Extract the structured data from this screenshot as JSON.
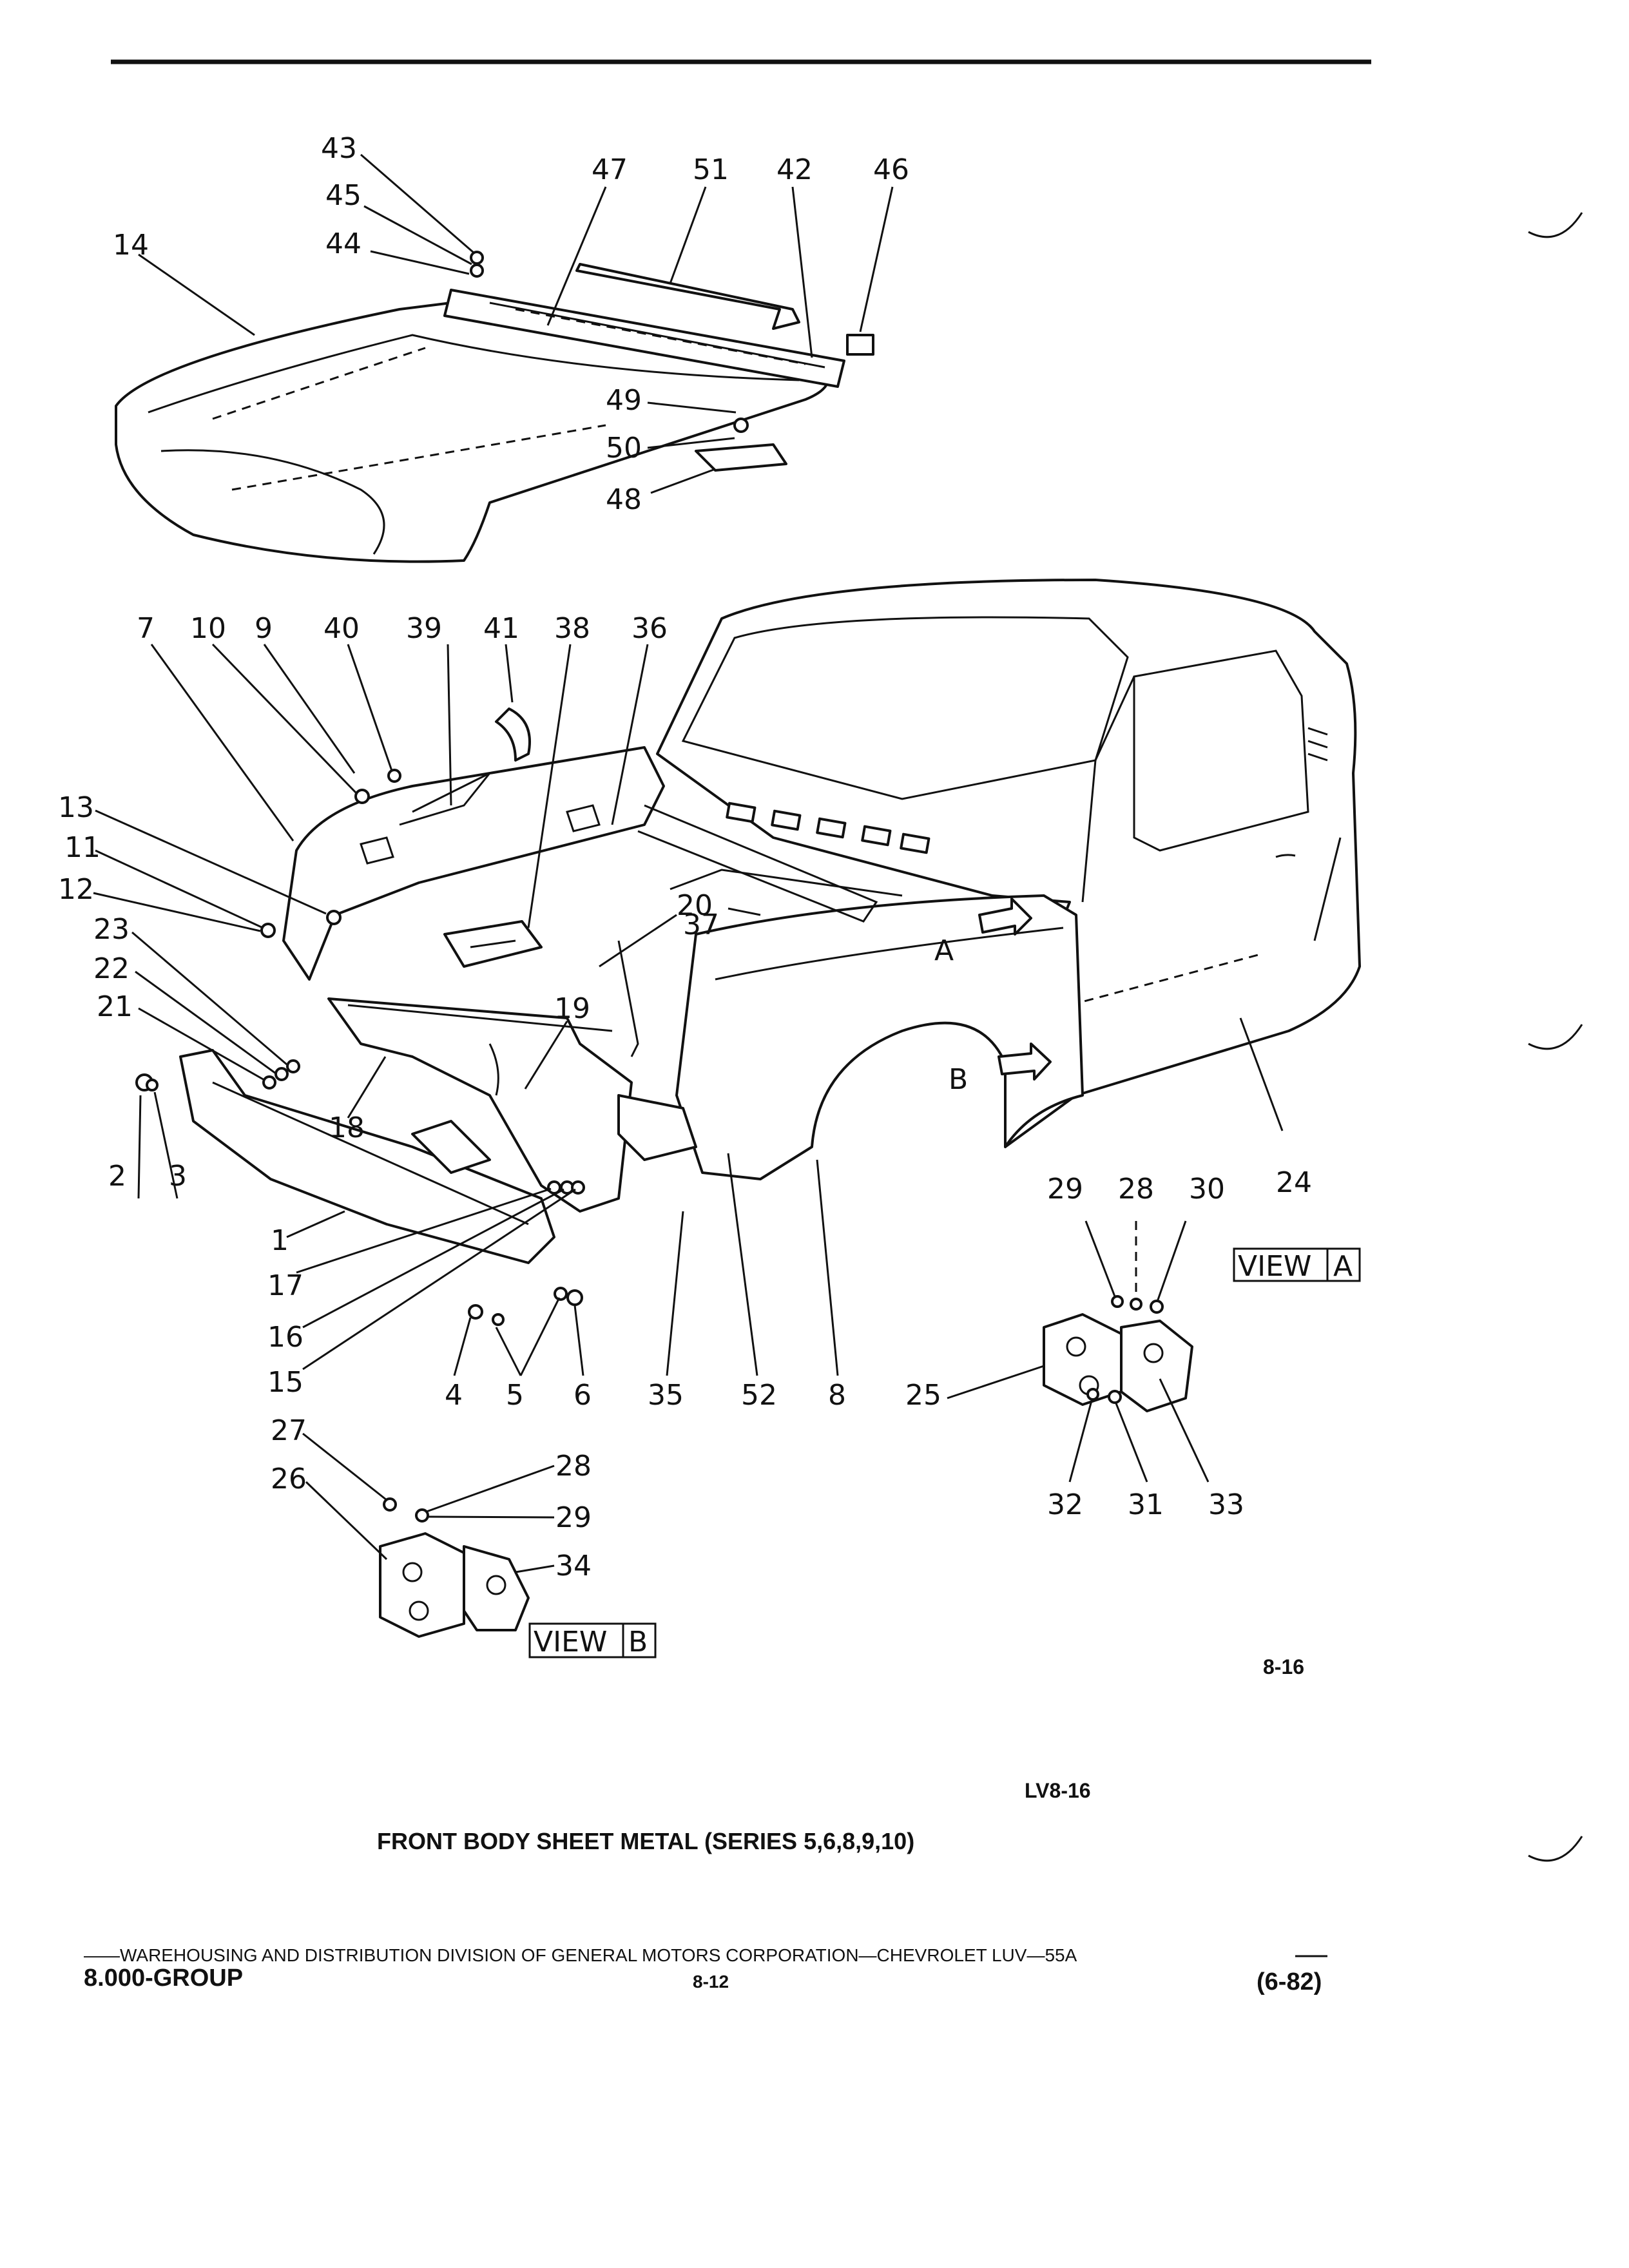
{
  "callouts": {
    "c1": "1",
    "c2": "2",
    "c3": "3",
    "c4": "4",
    "c5": "5",
    "c6": "6",
    "c7": "7",
    "c8": "8",
    "c9": "9",
    "c10": "10",
    "c11": "11",
    "c12": "12",
    "c13": "13",
    "c14": "14",
    "c15": "15",
    "c16": "16",
    "c17": "17",
    "c18": "18",
    "c19": "19",
    "c20": "20",
    "c21": "21",
    "c22": "22",
    "c23": "23",
    "c24": "24",
    "c25": "25",
    "c26": "26",
    "c27": "27",
    "c28": "28",
    "c28b": "28",
    "c29": "29",
    "c29b": "29",
    "c30": "30",
    "c31": "31",
    "c32": "32",
    "c33": "33",
    "c34": "34",
    "c35": "35",
    "c36": "36",
    "c37": "37",
    "c38": "38",
    "c39": "39",
    "c40": "40",
    "c41": "41",
    "c42": "42",
    "c43": "43",
    "c44": "44",
    "c45": "45",
    "c46": "46",
    "c47": "47",
    "c48": "48",
    "c49": "49",
    "c50": "50",
    "c51": "51",
    "c52": "52"
  },
  "arrows": {
    "a": "A",
    "b": "B"
  },
  "views": {
    "a_word": "VIEW",
    "a_letter": "A",
    "b_word": "VIEW",
    "b_letter": "B"
  },
  "figure_number": "8-16",
  "figure_code": "LV8-16",
  "title": "FRONT BODY SHEET METAL (SERIES 5,6,8,9,10)",
  "footer": {
    "publisher": "——WAREHOUSING AND DISTRIBUTION  DIVISION OF GENERAL MOTORS CORPORATION—CHEVROLET LUV—55A",
    "group": "8.000-GROUP",
    "page": "8-12",
    "date": "(6-82)"
  }
}
